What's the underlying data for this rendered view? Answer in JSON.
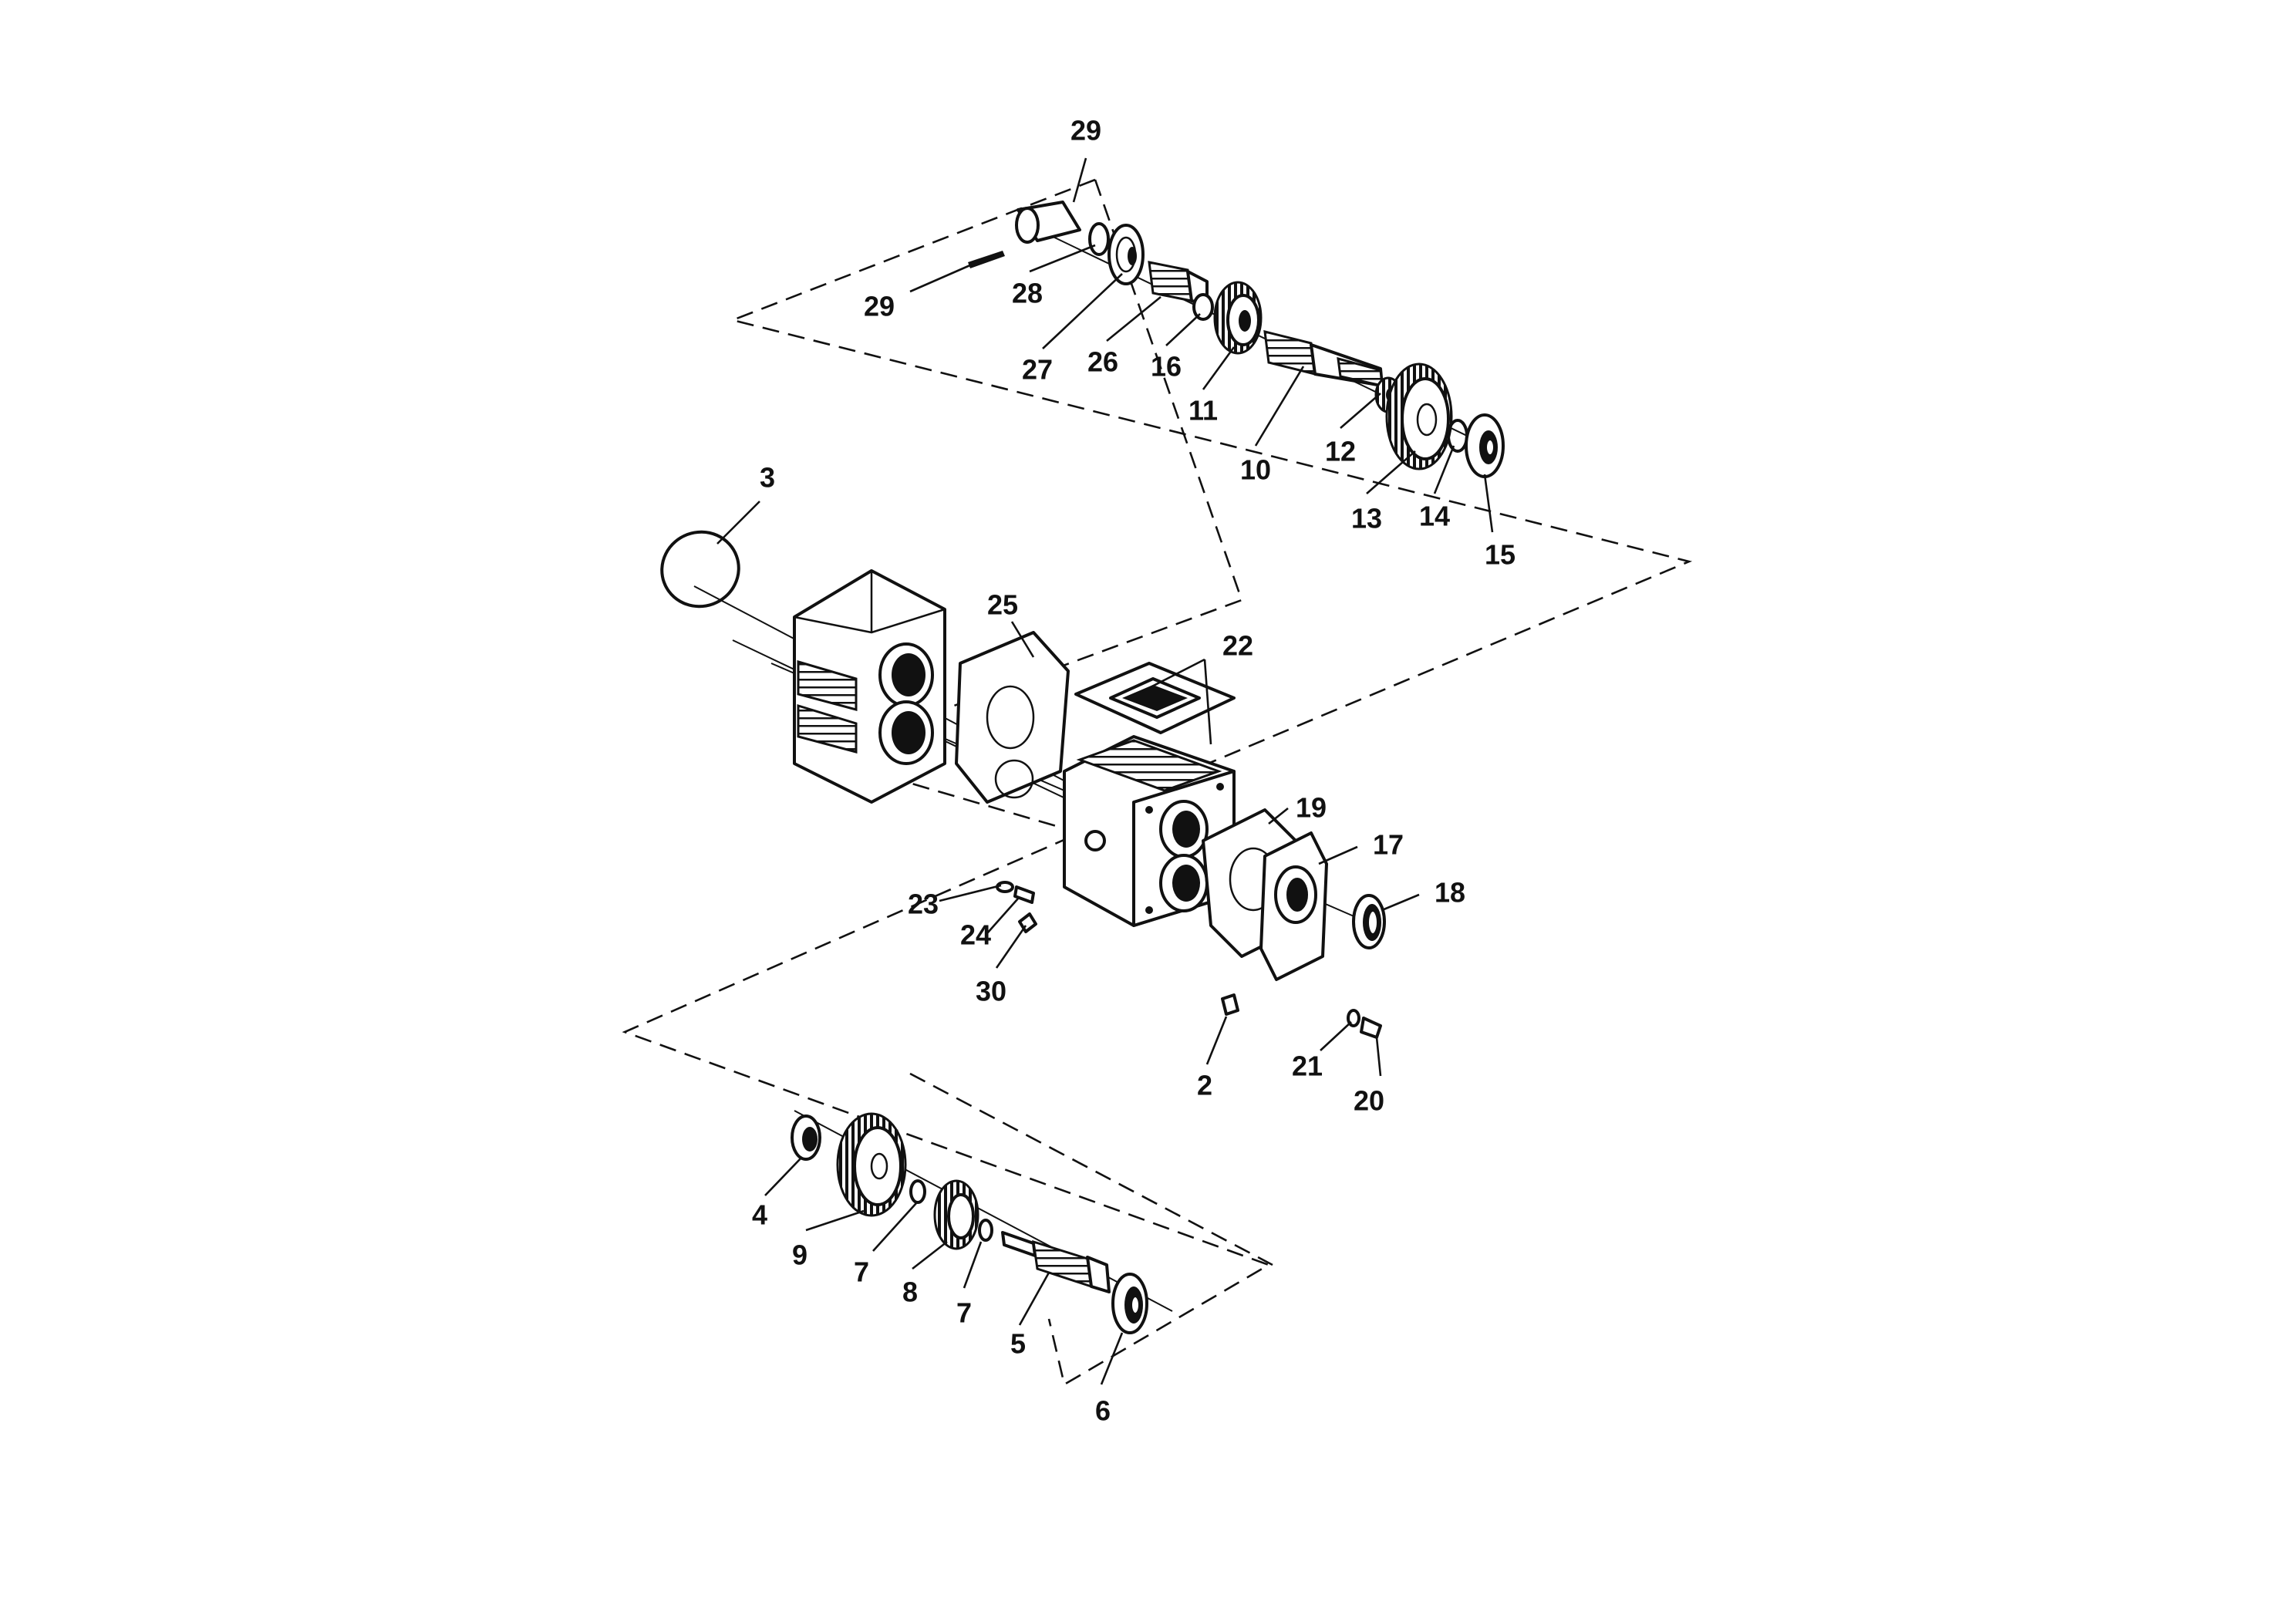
{
  "callouts": {
    "c1": "29",
    "c2": "29",
    "c3": "28",
    "c4": "27",
    "c5": "26",
    "c6": "16",
    "c7": "11",
    "c8": "10",
    "c9": "12",
    "c10": "13",
    "c11": "14",
    "c12": "15",
    "c13": "3",
    "c14": "25",
    "c15": "22",
    "c16": "19",
    "c17": "17",
    "c18": "18",
    "c19": "23",
    "c20": "24",
    "c21": "30",
    "c22": "2",
    "c23": "21",
    "c24": "20",
    "c25": "4",
    "c26": "9",
    "c27": "7",
    "c28": "8",
    "c29": "7",
    "c30": "5",
    "c31": "6"
  }
}
